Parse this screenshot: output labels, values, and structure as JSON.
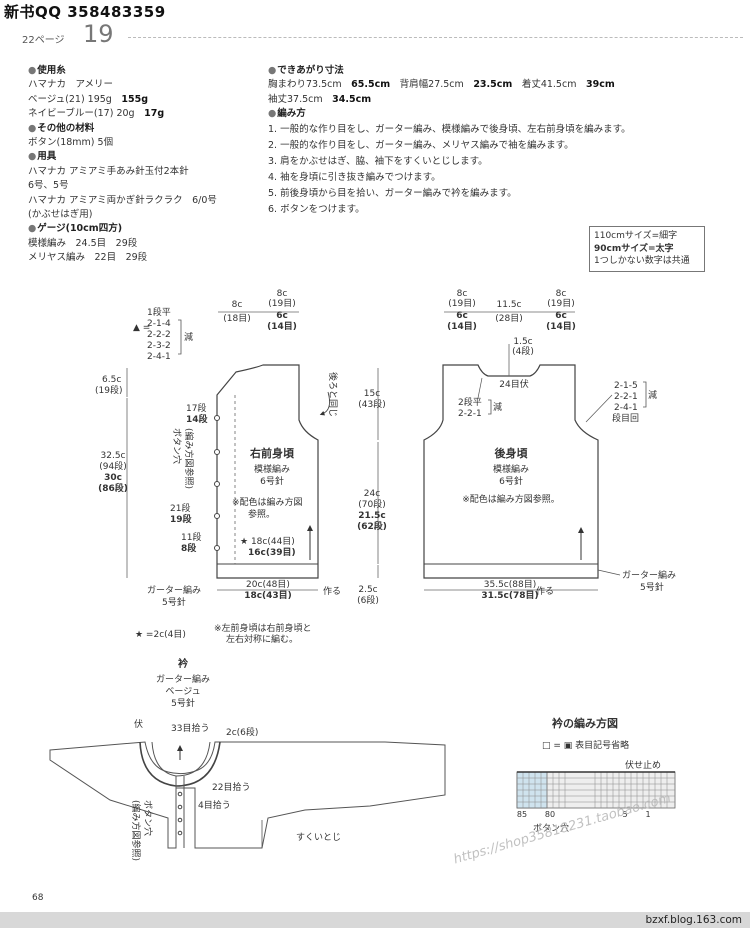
{
  "header": {
    "qq": "新书QQ 358483359",
    "page_ref": "22ページ",
    "page_number": "19"
  },
  "materials": {
    "yarn_title": "使用糸",
    "yarn_brand": "ハマナカ　アメリー",
    "yarn_lines": [
      {
        "text": "ベージュ(21) 195g",
        "bold": "155g"
      },
      {
        "text": "ネイビーブルー(17) 20g",
        "bold": "17g"
      }
    ],
    "other_title": "その他の材料",
    "other_line": "ボタン(18mm) 5個",
    "tools_title": "用具",
    "tools_lines": [
      "ハマナカ アミアミ手あみ針玉付2本針",
      "6号、5号",
      "ハマナカ アミアミ両かぎ針ラクラク　6/0号",
      "(かぶせはぎ用)"
    ],
    "gauge_title": "ゲージ(10cm四方)",
    "gauge_lines": [
      "模様編み　24.5目　29段",
      "メリヤス編み　22目　29段"
    ]
  },
  "finished": {
    "title": "できあがり寸法",
    "line1": [
      {
        "t": "胸まわり73.5cm",
        "b": false
      },
      {
        "t": "65.5cm",
        "b": true
      },
      {
        "t": "背肩幅27.5cm",
        "b": false
      },
      {
        "t": "23.5cm",
        "b": true
      },
      {
        "t": "着丈41.5cm",
        "b": false
      },
      {
        "t": "39cm",
        "b": true
      }
    ],
    "line2": [
      {
        "t": "袖丈37.5cm",
        "b": false
      },
      {
        "t": "34.5cm",
        "b": true
      }
    ]
  },
  "method": {
    "title": "編み方",
    "steps": [
      "1. 一般的な作り目をし、ガーター編み、模様編みで後身頃、左右前身頃を編みます。",
      "2. 一般的な作り目をし、ガーター編み、メリヤス編みで袖を編みます。",
      "3. 肩をかぶせはぎ、脇、袖下をすくいとじします。",
      "4. 袖を身頃に引き抜き編みでつけます。",
      "5. 前後身頃から目を拾い、ガーター編みで衿を編みます。",
      "6. ボタンをつけます。"
    ]
  },
  "size_legend": {
    "line1": "110cmサイズ=細字",
    "line2": "90cmサイズ=太字",
    "line3": "1つしかない数字は共通"
  },
  "diagram": {
    "right_front": {
      "title": "右前身頃",
      "pattern": "模様編み",
      "needle": "6号針",
      "note1": "※配色は編み方図",
      "note2": "参照。",
      "top_8c": "8c",
      "top_19": "(19目)",
      "top_6c": "6c",
      "top_14": "(14目)",
      "top_8c_b": "8c",
      "top_18": "(18目)",
      "dec_list": [
        "1段平",
        "2-1-4",
        "2-2-2",
        "2-3-2",
        "2-4-1"
      ],
      "dec_label": "減",
      "neck_65": "6.5c",
      "neck_19": "(19段)",
      "len_325": "32.5c",
      "len_94": "(94段)",
      "len_30": "30c",
      "len_86": "(86段)",
      "btn_17": "17段",
      "btn_14": "14段",
      "btn_21": "21段",
      "btn_19": "19段",
      "btn_11": "11段",
      "btn_8": "8段",
      "buttonhole": "ボタン穴",
      "buttonhole_ref": "(編み方図参照)",
      "star_18": "18c(44目)",
      "star_16": "16c(39目)",
      "w_20": "20c(48目)",
      "w_18": "18c(43目)",
      "make": "作る",
      "garter": "ガーター編み",
      "needle5": "5号針",
      "back_same": "後ろと同じ",
      "star_note": "★ =2c(4目)",
      "left_note1": "※左前身頃は右前身頃と",
      "left_note2": "左右対称に編む。"
    },
    "middle": {
      "h15": "15c",
      "h43": "(43段)",
      "h24": "24c",
      "h70": "(70段)",
      "h215": "21.5c",
      "h62": "(62段)",
      "h25": "2.5c",
      "h6": "(6段)"
    },
    "back": {
      "title": "後身頃",
      "pattern": "模様編み",
      "needle": "6号針",
      "note": "※配色は編み方図参照。",
      "t8c_l": "8c",
      "t19_l": "(19目)",
      "t6c_l": "6c",
      "t14_l": "(14目)",
      "t115": "11.5c",
      "t28": "(28目)",
      "t8c_r": "8c",
      "t19_r": "(19目)",
      "t6c_r": "6c",
      "t14_r": "(14目)",
      "n15": "1.5c",
      "n4": "(4段)",
      "n24": "24目伏",
      "n2": "2段平",
      "n221": "2-2-1",
      "ndec": "減",
      "arm_list": [
        "2-1-5",
        "2-2-1",
        "2-4-1"
      ],
      "arm_dec": "減",
      "arm_back": "段目回",
      "w355": "35.5c(88目)",
      "w315": "31.5c(78目)",
      "make": "作る",
      "garter": "ガーター編み",
      "needle5": "5号針"
    },
    "collar": {
      "title": "衿",
      "pattern": "ガーター編み",
      "color": "ベージュ",
      "needle": "5号針",
      "bind": "伏",
      "pick33": "33目拾う",
      "c2": "2c(6段)",
      "pick22": "22目拾う",
      "pick4": "4目拾う",
      "buttonhole": "ボタン穴",
      "buttonhole_ref": "(編み方図参照)",
      "sukui": "すくいとじ"
    },
    "chart": {
      "title": "衿の編み方図",
      "legend": "□ = ▣ 表目記号省略",
      "bind": "伏せ止め",
      "ticks": [
        "85",
        "80",
        "5",
        "1"
      ],
      "buttonhole": "ボタン穴"
    }
  },
  "footer": {
    "page": "68",
    "blog": "bzxf.blog.163.com",
    "watermark": "https://shop35818231.taobao.com"
  }
}
